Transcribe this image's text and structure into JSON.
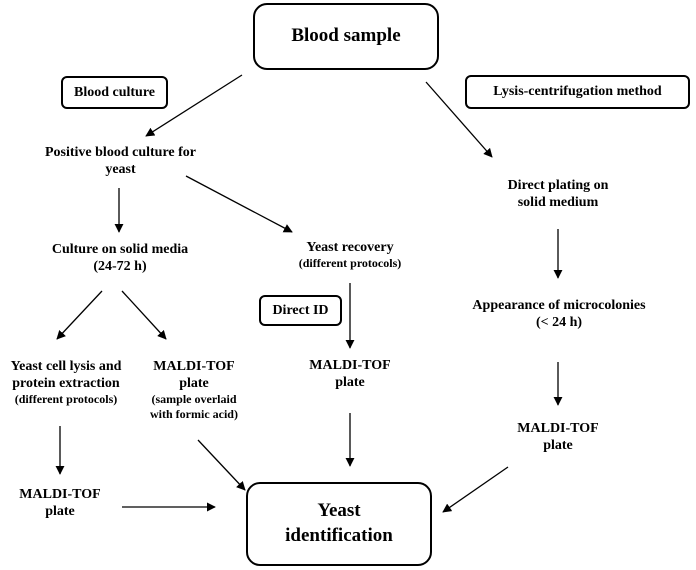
{
  "nodes": {
    "blood_sample": "Blood sample",
    "blood_culture_tag": "Blood culture",
    "lysis_tag": "Lysis-centrifugation method",
    "positive_culture": [
      "Positive blood culture for",
      "yeast"
    ],
    "culture_solid_media": [
      "Culture on solid media",
      "(24-72 h)"
    ],
    "yeast_recovery": {
      "line": "Yeast recovery",
      "sub": "(different protocols)"
    },
    "direct_plating": [
      "Direct plating on",
      "solid medium"
    ],
    "direct_id_tag": "Direct ID",
    "microcolonies": [
      "Appearance of microcolonies",
      "(< 24 h)"
    ],
    "lysis_extraction": {
      "lines": [
        "Yeast cell lysis and",
        "protein extraction"
      ],
      "sub": "(different protocols)"
    },
    "maldi_overlay": {
      "lines": [
        "MALDI-TOF",
        "plate"
      ],
      "subs": [
        "(sample overlaid",
        "with formic acid)"
      ]
    },
    "maldi_direct": [
      "MALDI-TOF",
      "plate"
    ],
    "maldi_micro": [
      "MALDI-TOF",
      "plate"
    ],
    "maldi_extraction": [
      "MALDI-TOF",
      "plate"
    ],
    "yeast_identification": [
      "Yeast",
      "identification"
    ]
  }
}
